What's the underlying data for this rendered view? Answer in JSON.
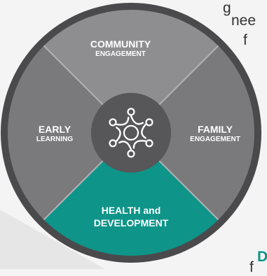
{
  "colors": {
    "ring_outer": "#4a4a4c",
    "segment_dark": "#7a7a7c",
    "segment_light": "#8e8e90",
    "divider": "#b3b3b5",
    "hub": "#575759",
    "accent_teal": "#0e9488",
    "page_bg": "#f4f4f4"
  },
  "segments": {
    "community": {
      "main": "COMMUNITY",
      "sub": "ENGAGEMENT",
      "icon": "none"
    },
    "early": {
      "main": "EARLY",
      "sub": "LEARNING"
    },
    "family": {
      "main": "FAMILY",
      "sub": "ENGAGEMENT"
    },
    "health": {
      "main": "HEALTH and",
      "sub": "DEVELOPMENT",
      "highlighted": true
    }
  },
  "hub": {
    "icon": "people-circle-icon"
  },
  "fragments": [
    "g",
    "nee",
    "f",
    "D",
    "f"
  ]
}
